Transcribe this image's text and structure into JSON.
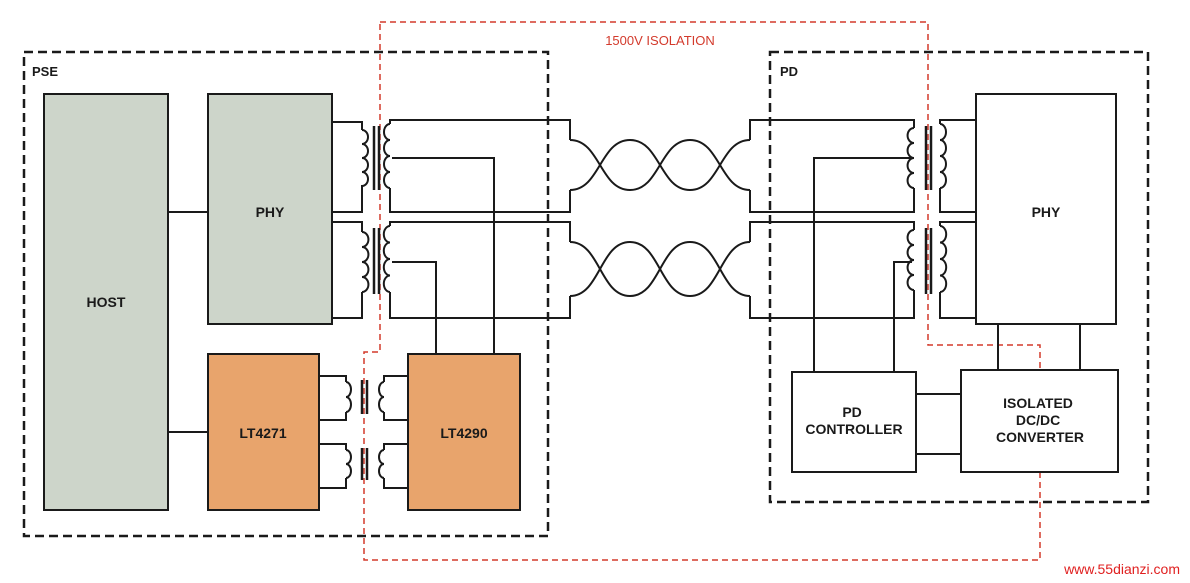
{
  "pse": {
    "label": "PSE"
  },
  "pd": {
    "label": "PD"
  },
  "isolation": {
    "label": "1500V ISOLATION"
  },
  "blocks": {
    "host": "HOST",
    "phy_pse": "PHY",
    "lt4271": "LT4271",
    "lt4290": "LT4290",
    "phy_pd": "PHY",
    "pd_controller": [
      "PD",
      "CONTROLLER"
    ],
    "isolated_dcdc": [
      "ISOLATED",
      "DC/DC",
      "CONVERTER"
    ]
  },
  "watermark": "www.55dianzi.com",
  "colors": {
    "gray_block": "#cdd5ca",
    "orange_block": "#e8a46c",
    "isolation_red": "#d33a2c",
    "watermark_red": "#e02020",
    "line": "#1a1a1a"
  }
}
